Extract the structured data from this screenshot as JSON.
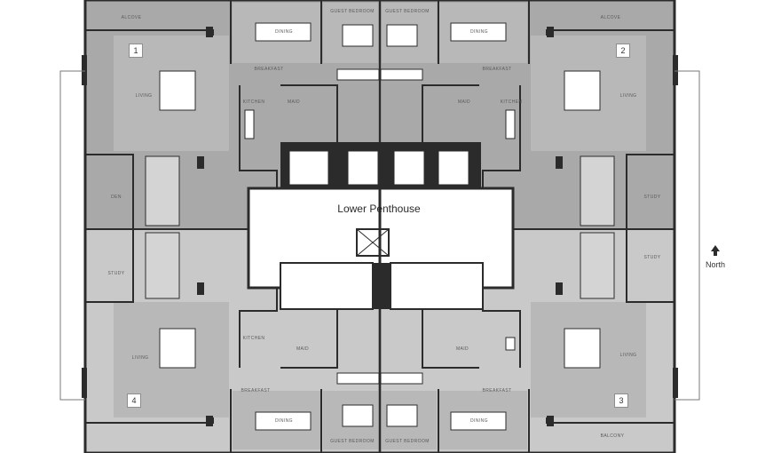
{
  "plan": {
    "title": "Lower Penthouse",
    "north_label": "North",
    "units": [
      "1",
      "2",
      "3",
      "4"
    ],
    "rooms": {
      "alcove": "ALCOVE",
      "dining": "DINING",
      "guest_bedroom": "GUEST BEDROOM",
      "breakfast": "BREAKFAST",
      "living": "LIVING",
      "kitchen": "KITCHEN",
      "maid": "MAID",
      "den": "DEN",
      "study": "STUDY",
      "balcony": "BALCONY"
    }
  },
  "colors": {
    "dark_room": "#a9a9a9",
    "light_room": "#c9c9c9",
    "wall": "#2b2b2b",
    "core": "#ffffff"
  }
}
